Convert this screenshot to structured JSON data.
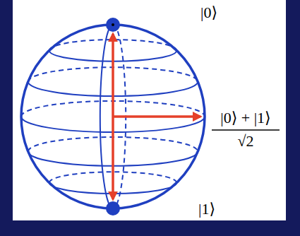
{
  "diagram": {
    "labels": [
      "|0⟩",
      "|0⟩ + |1⟩",
      "√2",
      "|1⟩"
    ]
  }
}
